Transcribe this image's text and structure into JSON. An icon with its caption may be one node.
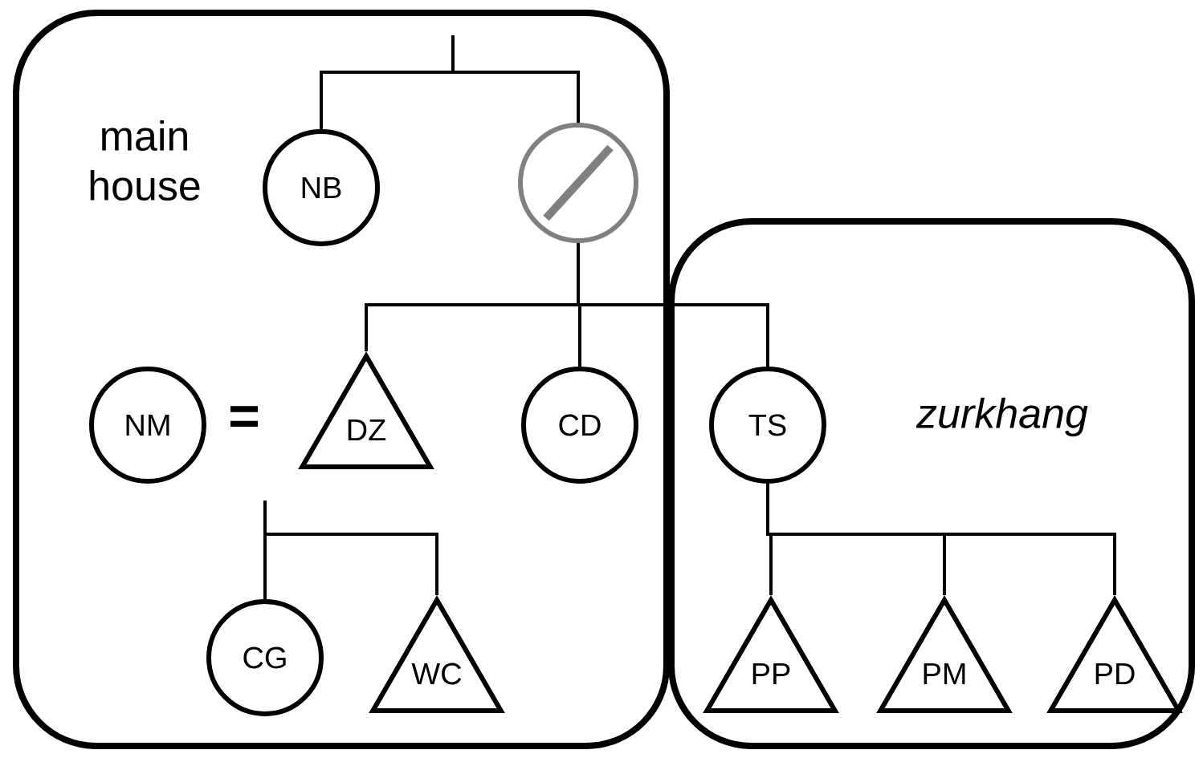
{
  "diagram": {
    "nodes": [
      {
        "text": [
          "main house"
        ]
      },
      {
        "text": [
          "zurkhang"
        ]
      },
      {
        "text": [
          "NB"
        ],
        "in": 0
      },
      {
        "text": [],
        "shape": "circle",
        "in": 0
      },
      {
        "text": [
          "NM"
        ],
        "in": 0
      },
      {
        "text": [
          "DZ"
        ],
        "in": 0
      },
      {
        "text": [
          "CD"
        ],
        "in": 0
      },
      {
        "text": [
          "TS"
        ],
        "in": 1
      },
      {
        "text": [
          "CG"
        ],
        "in": 0
      },
      {
        "text": [
          "WC"
        ],
        "in": 0
      },
      {
        "text": [
          "PP"
        ],
        "in": 1
      },
      {
        "text": [
          "PM"
        ],
        "in": 1
      },
      {
        "text": [
          "PD"
        ],
        "in": 1
      }
    ],
    "edges": [
      {
        "from": null,
        "to": 2,
        "arrow": "none"
      },
      {
        "from": null,
        "to": 3,
        "arrow": "none"
      },
      {
        "from": 3,
        "to": 5,
        "arrow": "none"
      },
      {
        "from": 3,
        "to": 6,
        "arrow": "none"
      },
      {
        "from": 3,
        "to": 7,
        "arrow": "none"
      },
      {
        "from": null,
        "to": 8,
        "arrow": "none"
      },
      {
        "from": null,
        "to": 9,
        "arrow": "none"
      },
      {
        "from": 7,
        "to": 10,
        "arrow": "none"
      },
      {
        "from": 7,
        "to": 11,
        "arrow": "none"
      },
      {
        "from": 7,
        "to": 12,
        "arrow": "none"
      }
    ],
    "labels": [
      "="
    ]
  }
}
